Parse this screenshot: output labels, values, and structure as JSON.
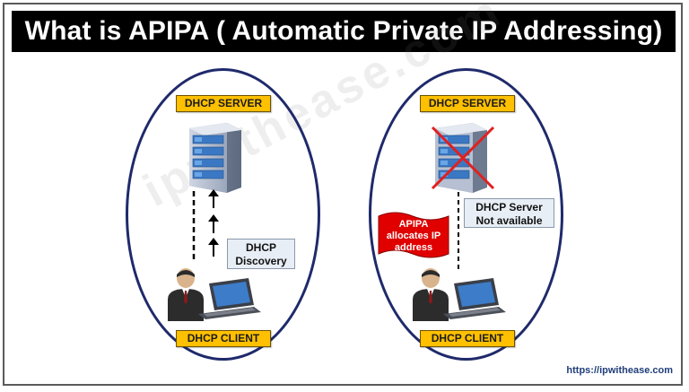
{
  "title": "What is APIPA ( Automatic Private IP Addressing)",
  "watermark": "ipwithease.com",
  "left_panel": {
    "server_label": "DHCP SERVER",
    "client_label": "DHCP CLIENT",
    "discovery_label_line1": "DHCP",
    "discovery_label_line2": "Discovery"
  },
  "right_panel": {
    "server_label": "DHCP SERVER",
    "client_label": "DHCP CLIENT",
    "status_line1": "DHCP Server",
    "status_line2": "Not available",
    "flag_line1": "APIPA",
    "flag_line2": "allocates IP",
    "flag_line3": "address"
  },
  "footer_url": "https://ipwithease.com",
  "colors": {
    "label_fill": "#ffc000",
    "ellipse_stroke": "#1f2a6b",
    "flag_red": "#e00000",
    "cross_red": "#e02020"
  }
}
